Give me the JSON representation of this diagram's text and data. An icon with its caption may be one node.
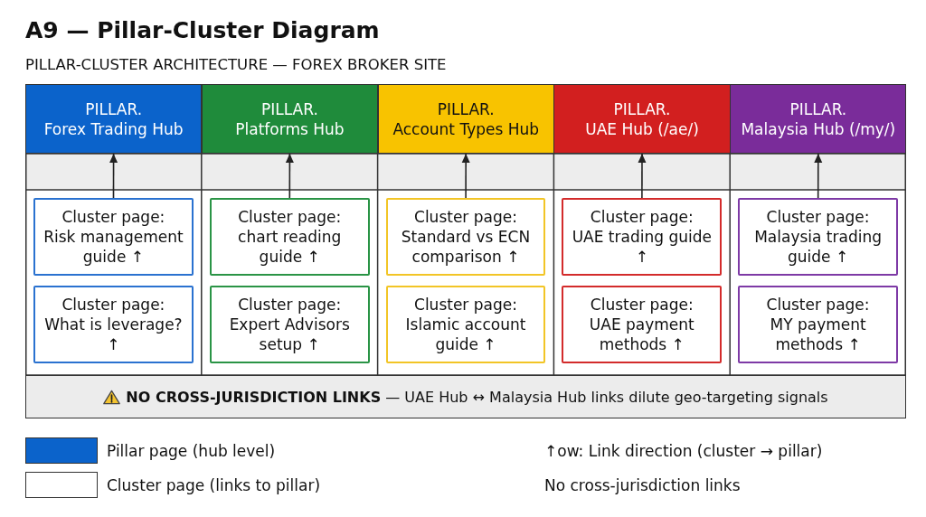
{
  "diagram": {
    "title": "A9 — Pillar-Cluster Diagram",
    "nodes": [
      {
        "text": [
          "PILLAR.",
          "Forex Trading Hub"
        ]
      },
      {
        "text": [
          "PILLAR.",
          "Platforms Hub"
        ]
      },
      {
        "text": [
          "PILLAR.",
          "Account Types Hub"
        ]
      },
      {
        "text": [
          "PILLAR.",
          "UAE Hub (/ae/)"
        ]
      },
      {
        "text": [
          "PILLAR.",
          "Malaysia Hub (/my/)"
        ]
      },
      {
        "text": [
          "Cluster page:",
          "Risk management guide ↑"
        ]
      },
      {
        "text": [
          "Cluster page:",
          "chart reading guide ↑"
        ]
      },
      {
        "text": [
          "Cluster page:",
          "Standard vs ECN comparison ↑"
        ]
      },
      {
        "text": [
          "Cluster page:",
          "UAE trading guide ↑"
        ]
      },
      {
        "text": [
          "Cluster page:",
          "Malaysia trading guide ↑"
        ]
      },
      {
        "text": [
          "Cluster page:",
          "What is leverage? ↑"
        ]
      },
      {
        "text": [
          "Cluster page:",
          "Expert Advisors setup ↑"
        ]
      },
      {
        "text": [
          "Cluster page:",
          "Islamic account guide ↑"
        ]
      },
      {
        "text": [
          "Cluster page:",
          "UAE payment methods ↑"
        ]
      },
      {
        "text": [
          "Cluster page:",
          "MY payment methods ↑"
        ]
      },
      {
        "text": [
          "**NO CROSS-JURISDICTION LINKS** — UAE Hub ↔ Malaysia Hub links dilute geo-targeting signals"
        ]
      }
    ],
    "edges": [
      {
        "from": 5,
        "to": 0,
        "arrow": "to"
      },
      {
        "from": 6,
        "to": 1,
        "arrow": "to"
      },
      {
        "from": 7,
        "to": 2,
        "arrow": "to"
      },
      {
        "from": 8,
        "to": 3,
        "arrow": "to"
      },
      {
        "from": 9,
        "to": 4,
        "arrow": "to"
      }
    ],
    "labels": [
      "PILLAR-CLUSTER ARCHITECTURE — FOREX BROKER SITE"
    ],
    "legend": [
      {
        "text": "Pillar page (hub level)",
        "color": "#0b63cb"
      },
      {
        "text": "Cluster page (links to pillar)",
        "color": "#ffffff"
      },
      {
        "text": "↑ow: Link direction (cluster → pillar)"
      },
      {
        "text": "No cross-jurisdiction links"
      }
    ]
  }
}
